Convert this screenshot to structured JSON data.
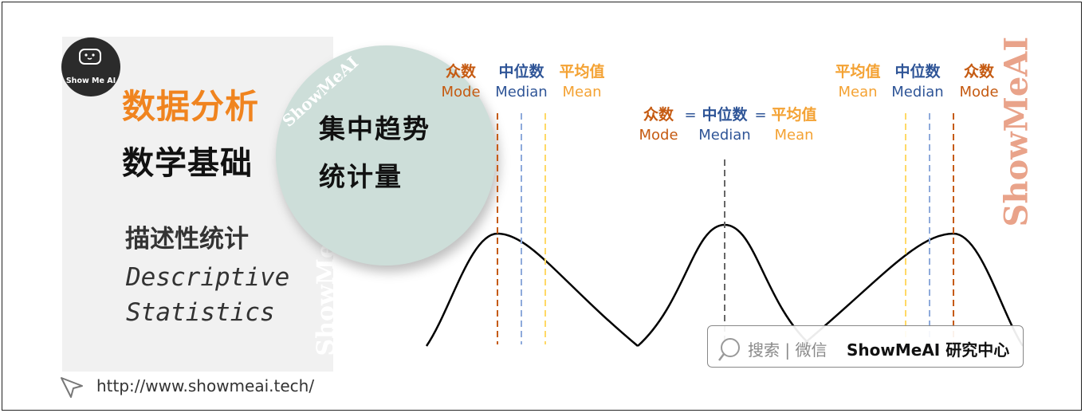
{
  "header": {
    "logo_text": "Show Me AI",
    "title_main": "数据分析",
    "title_sub": "数学基础"
  },
  "topic": {
    "cn": "描述性统计",
    "en_line1": "Descriptive",
    "en_line2": "Statistics"
  },
  "circle": {
    "line1": "集中趋势",
    "line2": "统计量",
    "watermark": "ShowMeAI"
  },
  "watermarks": {
    "left_vertical": "ShowMeAI",
    "right_vertical": "ShowMeAI"
  },
  "colors": {
    "mode": "#c55a11",
    "median": "#2f5597",
    "mean": "#f4a233",
    "accent": "#f0841f",
    "circle": "#cdded9"
  },
  "distributions": {
    "right_skewed": {
      "mode_cn": "众数",
      "mode_en": "Mode",
      "median_cn": "中位数",
      "median_en": "Median",
      "mean_cn": "平均值",
      "mean_en": "Mean"
    },
    "symmetric": {
      "mode_cn": "众数",
      "mode_en": "Mode",
      "eq1": "=",
      "median_cn": "中位数",
      "median_en": "Median",
      "eq2": "=",
      "mean_cn": "平均值",
      "mean_en": "Mean"
    },
    "left_skewed": {
      "mean_cn": "平均值",
      "mean_en": "Mean",
      "median_cn": "中位数",
      "median_en": "Median",
      "mode_cn": "众数",
      "mode_en": "Mode"
    }
  },
  "search": {
    "icon": "search-icon",
    "text": "搜索 | 微信",
    "brand": "ShowMeAI 研究中心"
  },
  "footer": {
    "icon": "cursor-arrow-icon",
    "url": "http://www.showmeai.tech/"
  }
}
